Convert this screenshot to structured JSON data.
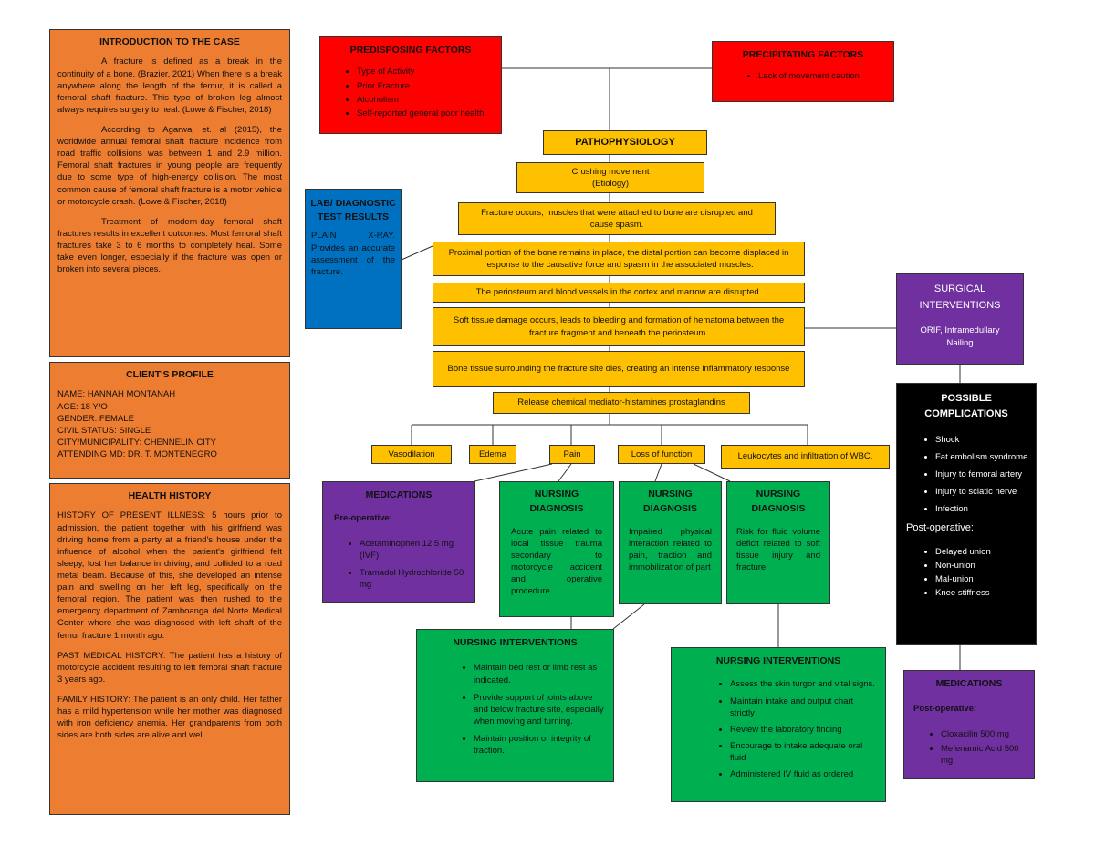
{
  "introduction": {
    "title": "INTRODUCTION TO THE CASE",
    "p1": "A fracture is defined as a break in the continuity of a bone. (Brazier, 2021) When there is a break anywhere along the length of the femur, it is called a femoral shaft fracture. This type of broken leg almost always requires surgery to heal. (Lowe & Fischer, 2018)",
    "p2": "According to Agarwal et. al (2015), the worldwide annual femoral shaft fracture incidence from road traffic collisions was between 1 and 2.9 million. Femoral shaft fractures in young people are frequently due to some type of high-energy collision. The most common cause of femoral shaft fracture is a motor vehicle or motorcycle crash. (Lowe & Fischer, 2018)",
    "p3": "Treatment of modern-day femoral shaft fractures results in excellent outcomes. Most femoral shaft fractures take 3 to 6 months to completely heal. Some take even longer, especially if the fracture was open or broken into several pieces."
  },
  "client_profile": {
    "title": "CLIENT'S PROFILE",
    "lines": [
      "NAME: HANNAH MONTANAH",
      "AGE: 18 Y/O",
      "GENDER: FEMALE",
      "CIVIL STATUS: SINGLE",
      "CITY/MUNICIPALITY: CHENNELIN CITY",
      "ATTENDING MD: DR. T. MONTENEGRO"
    ]
  },
  "health_history": {
    "title": "HEALTH HISTORY",
    "present_label": "HISTORY OF PRESENT ILLNESS:",
    "present_text": " 5 hours prior to admission, the patient together with his girlfriend was driving home from a party at a friend's house under the influence of alcohol when the patient's girlfriend felt sleepy, lost her balance in driving, and collided to a road metal beam. Because of this, she developed an intense pain and swelling on her left leg, specifically on the femoral region. The patient was then rushed to the emergency department of Zamboanga del Norte Medical Center where she was diagnosed with left shaft of the femur fracture 1 month ago.",
    "past_label": "PAST MEDICAL HISTORY:",
    "past_text": " The patient has a history of motorcycle accident resulting to left femoral shaft fracture 3 years ago.",
    "family_label": "FAMILY HISTORY:",
    "family_text": " The patient is an only child. Her father has a mild hypertension while her mother was diagnosed with iron deficiency anemia. Her grandparents from both sides are both sides are alive and well."
  },
  "predisposing": {
    "title": "PREDISPOSING FACTORS",
    "items": [
      "Type of Activity",
      "Prior Fracture",
      "Alcoholism",
      "Self-reported general poor health"
    ]
  },
  "precipitating": {
    "title": "PRECIPITATING FACTORS",
    "items": [
      "Lack of movement caution"
    ]
  },
  "pathophysiology": {
    "title": "PATHOPHYSIOLOGY",
    "etiology_line1": "Crushing movement",
    "etiology_line2": "(Etiology)",
    "steps": [
      "Fracture occurs, muscles that were attached to bone are disrupted and cause spasm.",
      "Proximal portion of the bone remains in place, the distal portion can become displaced in response to the causative force and spasm in the associated muscles.",
      "The periosteum and blood vessels in the cortex and marrow are disrupted.",
      "Soft tissue damage occurs, leads to bleeding and formation of hematoma between the fracture fragment and beneath the periosteum.",
      "Bone tissue surrounding the fracture site dies, creating an intense inflammatory response",
      "Release chemical mediator-histamines prostaglandins"
    ],
    "effects": [
      "Vasodilation",
      "Edema",
      "Pain",
      "Loss of function",
      "Leukocytes and infiltration of WBC."
    ]
  },
  "lab": {
    "title": "LAB/ DIAGNOSTIC TEST RESULTS",
    "text": "PLAIN X-RAY. Provides an accurate assessment of the fracture."
  },
  "surgical": {
    "title": "SURGICAL INTERVENTIONS",
    "text": "ORIF, Intramedullary Nailing"
  },
  "complications": {
    "title": "POSSIBLE COMPLICATIONS",
    "items": [
      "Shock",
      "Fat embolism syndrome",
      "Injury to femoral artery",
      "Injury to sciatic nerve",
      "Infection"
    ],
    "post_label": "Post-operative:",
    "post_items": [
      "Delayed union",
      "Non-union",
      "Mal-union",
      "Knee stiffness"
    ]
  },
  "medications_pre": {
    "title": "MEDICATIONS",
    "label": "Pre-operative:",
    "items": [
      "Acetaminophen 12.5 mg (IVF)",
      "Tramadol Hydrochloride 50 mg"
    ]
  },
  "medications_post": {
    "title": "MEDICATIONS",
    "label": "Post-operative:",
    "items": [
      "Cloxacilin 500 mg",
      "Mefenamic Acid 500 mg"
    ]
  },
  "diagnoses": [
    {
      "title": "NURSING DIAGNOSIS",
      "text": "Acute pain related to local tissue trauma secondary to motorcycle accident and operative procedure"
    },
    {
      "title": "NURSING DIAGNOSIS",
      "text": "Impaired physical interaction related to pain, traction and immobilization of part"
    },
    {
      "title": "NURSING DIAGNOSIS",
      "text": "Risk for fluid volume deficit related to soft tissue injury and fracture"
    }
  ],
  "interventions_1": {
    "title": "NURSING INTERVENTIONS",
    "items": [
      "Maintain bed rest or limb rest as indicated.",
      "Provide support of joints above and below fracture site, especially when moving and turning.",
      "Maintain position or integrity of traction."
    ]
  },
  "interventions_2": {
    "title": "NURSING INTERVENTIONS",
    "items": [
      "Assess the skin turgor and vital signs.",
      "Maintain intake and output chart strictly",
      "Review the laboratory finding",
      "Encourage to intake adequate oral fluid",
      "Administered IV fluid as ordered"
    ]
  }
}
